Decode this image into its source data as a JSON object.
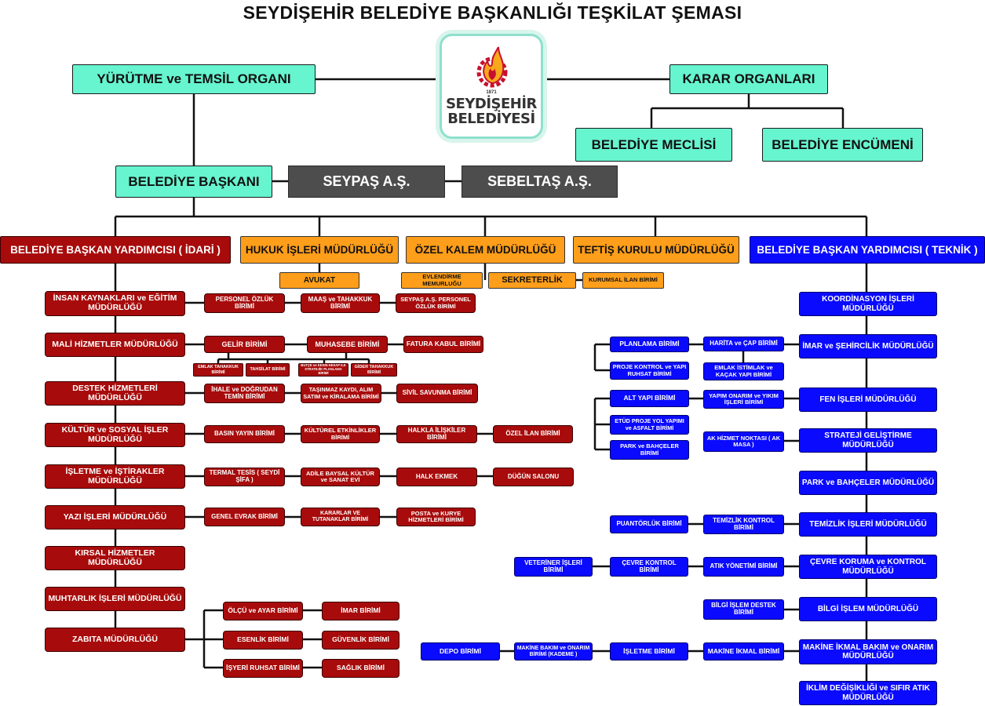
{
  "title": "SEYDİŞEHİR BELEDİYE BAŞKANLIĞI TEŞKİLAT ŞEMASI",
  "logo": {
    "year": "1871",
    "name_line1": "SEYDİŞEHİR",
    "name_line2": "BELEDİYESİ"
  },
  "top": {
    "yurutme": "YÜRÜTME ve TEMSİL ORGANI",
    "karar": "KARAR ORGANLARI",
    "meclis": "BELEDİYE MECLİSİ",
    "encumen": "BELEDİYE ENCÜMENİ",
    "baskan": "BELEDİYE BAŞKANI",
    "seypas": "SEYPAŞ A.Ş.",
    "sebeltas": "SEBELTAŞ A.Ş."
  },
  "second_row": {
    "idari": "BELEDİYE BAŞKAN YARDIMCISI ( İDARİ )",
    "hukuk": "HUKUK İŞLERİ MÜDÜRLÜĞÜ",
    "ozel_kalem": "ÖZEL KALEM MÜDÜRLÜĞÜ",
    "teftis": "TEFTİŞ KURULU MÜDÜRLÜĞÜ",
    "teknik": "BELEDİYE BAŞKAN YARDIMCISI ( TEKNİK )",
    "avukat": "AVUKAT",
    "evlendirme": "EVLENDİRME MEMURLUĞU",
    "sekreterlik": "SEKRETERLİK",
    "kurumsal": "KURUMSAL İLAN BİRİMİ"
  },
  "idari": {
    "insan_kaynaklari": "İNSAN KAYNAKLARI ve EĞİTİM MÜDÜRLÜĞÜ",
    "personel_ozluk": "PERSONEL ÖZLÜK BİRİMİ",
    "maas": "MAAŞ ve TAHAKKUK BİRİMİ",
    "seypas_personel": "SEYPAŞ A.Ş. PERSONEL ÖZLÜK BİRİMİ",
    "mali": "MALİ HİZMETLER MÜDÜRLÜĞÜ",
    "gelir": "GELİR BİRİMİ",
    "muhasebe": "MUHASEBE BİRİMİ",
    "fatura": "FATURA KABUL BİRİMİ",
    "emlak_tahakkuk": "EMLAK TAHAKKUK BİRİMİ",
    "tahsilat": "TAHSİLAT BİRİMİ",
    "butce": "BÜTÇE ve KESİN HESAP İLE STRATEJİK PLANLAMA BİRİMİ",
    "gider": "GİDER TAHAKKUK BİRİMİ",
    "destek": "DESTEK HİZMETLERİ MÜDÜRLÜĞÜ",
    "ihale": "İHALE ve DOĞRUDAN TEMİN BİRİMİ",
    "tasinmaz": "TAŞINMAZ KAYDI, ALIM SATIM ve KİRALAMA BİRİMİ",
    "sivil": "SİVİL SAVUNMA BİRİMİ",
    "kultur": "KÜLTÜR ve SOSYAL İŞLER MÜDÜRLÜĞÜ",
    "basin": "BASIN YAYIN BİRİMİ",
    "kulturel": "KÜLTÜREL ETKİNLİKLER BİRİMİ",
    "halkla": "HALKLA İLİŞKİLER BİRİMİ",
    "ozel_ilan": "ÖZEL İLAN BİRİMİ",
    "isletme": "İŞLETME ve İŞTİRAKLER MÜDÜRLÜĞÜ",
    "termal": "TERMAL TESİS ( SEYDİ ŞİFA )",
    "adile": "ADİLE BAYSAL KÜLTÜR ve SANAT EVİ",
    "halk_ekmek": "HALK EKMEK",
    "dugun": "DÜĞÜN SALONU",
    "yazi": "YAZI İŞLERİ MÜDÜRLÜĞÜ",
    "genel_evrak": "GENEL EVRAK BİRİMİ",
    "kararlar": "KARARLAR VE TUTANAKLAR BİRİMİ",
    "posta": "POSTA ve KURYE HİZMETLERİ BİRİMİ",
    "kirsal": "KIRSAL HİZMETLER MÜDÜRLÜĞÜ",
    "muhtarlik": "MUHTARLIK İŞLERİ MÜDÜRLÜĞÜ",
    "zabita": "ZABITA MÜDÜRLÜĞÜ",
    "olcu": "ÖLÇÜ ve AYAR BİRİMİ",
    "imar_birimi": "İMAR BİRİMİ",
    "esenlik": "ESENLİK BİRİMİ",
    "guvenlik": "GÜVENLİK BİRİMİ",
    "isyeri": "İŞYERİ RUHSAT BİRİMİ",
    "saglik": "SAĞLIK BİRİMİ"
  },
  "teknik": {
    "koordinasyon": "KOORDİNASYON İŞLERİ MÜDÜRLÜĞÜ",
    "imar": "İMAR ve ŞEHİRCİLİK MÜDÜRLÜĞÜ",
    "harita": "HARİTA ve ÇAP BİRİMİ",
    "emlak_istimlak": "EMLAK İSTİMLAK ve KAÇAK YAPI BİRİMİ",
    "planlama": "PLANLAMA BİRİMİ",
    "proje_kontrol": "PROJE KONTROL ve YAPI RUHSAT BİRİMİ",
    "fen": "FEN İŞLERİ MÜDÜRLÜĞÜ",
    "yapim": "YAPIM ONARIM ve YIKIM İŞLERİ BİRİMİ",
    "altyapi": "ALT YAPI BİRİMİ",
    "etud": "ETÜD PROJE YOL YAPIMI ve ASFALT BİRİMİ",
    "park_birimi": "PARK ve BAHÇELER BİRİMİ",
    "strateji": "STRATEJİ GELİŞTİRME MÜDÜRLÜĞÜ",
    "ak_hizmet": "AK HİZMET NOKTASI ( AK MASA )",
    "park": "PARK ve BAHÇELER MÜDÜRLÜĞÜ",
    "temizlik": "TEMİZLİK İŞLERİ MÜDÜRLÜĞÜ",
    "temizlik_kontrol": "TEMİZLİK KONTROL BİRİMİ",
    "puantorluk": "PUANTÖRLÜK BİRİMİ",
    "cevre": "ÇEVRE KORUMA ve KONTROL MÜDÜRLÜĞÜ",
    "atik": "ATIK YÖNETİMİ BİRİMİ",
    "cevre_kontrol": "ÇEVRE KONTROL BİRİMİ",
    "veteriner": "VETERİNER İŞLERİ BİRİMİ",
    "bilgi": "BİLGİ İŞLEM MÜDÜRLÜĞÜ",
    "bilgi_destek": "BİLGİ İŞLEM DESTEK BİRİMİ",
    "makine": "MAKİNE İKMAL BAKIM ve ONARIM MÜDÜRLÜĞÜ",
    "makine_ikmal": "MAKİNE İKMAL BİRİMİ",
    "isletme_birimi": "İŞLETME BİRİMİ",
    "makine_bakim": "MAKİNE BAKIM ve ONARIM BİRİMİ (KADEME )",
    "depo": "DEPO BİRİMİ",
    "iklim": "İKLİM DEĞİŞİKLİĞİ ve SIFIR ATIK MÜDÜRLÜĞÜ"
  }
}
